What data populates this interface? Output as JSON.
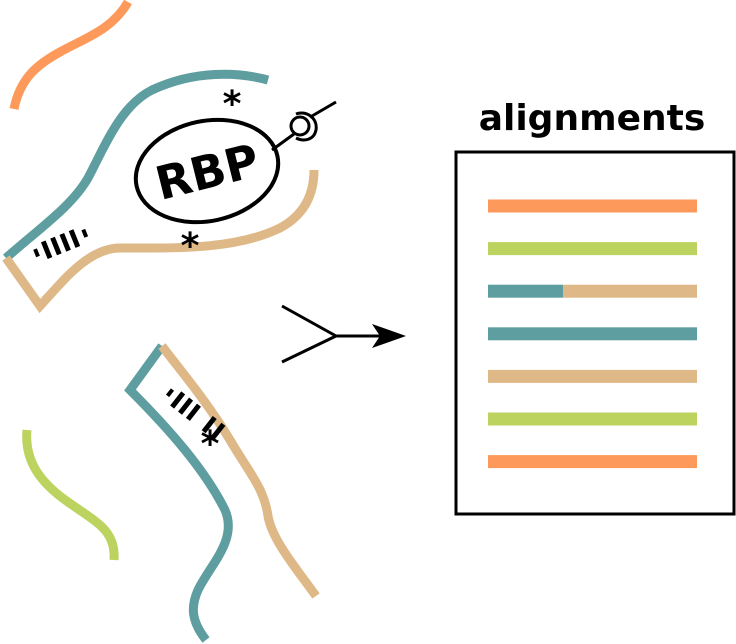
{
  "rbp": {
    "label": "RBP"
  },
  "alignments": {
    "title": "alignments",
    "rows": [
      {
        "segments": [
          {
            "color": "#fd9a5b",
            "fraction": 1.0
          }
        ]
      },
      {
        "segments": [
          {
            "color": "#bcd35f",
            "fraction": 1.0
          }
        ]
      },
      {
        "segments": [
          {
            "color": "#5f9ea0",
            "fraction": 0.36
          },
          {
            "color": "#deb887",
            "fraction": 0.64
          }
        ]
      },
      {
        "segments": [
          {
            "color": "#5f9ea0",
            "fraction": 1.0
          }
        ]
      },
      {
        "segments": [
          {
            "color": "#deb887",
            "fraction": 1.0
          }
        ]
      },
      {
        "segments": [
          {
            "color": "#bcd35f",
            "fraction": 1.0
          }
        ]
      },
      {
        "segments": [
          {
            "color": "#fd9a5b",
            "fraction": 1.0
          }
        ]
      }
    ]
  },
  "colors": {
    "orange": "#fd9a5b",
    "green": "#bcd35f",
    "teal": "#5f9ea0",
    "tan": "#deb887",
    "crosslink_red": "#cc0000",
    "crosslink_purple": "#9370db"
  },
  "marks": {
    "crosslink_glyph": "*"
  }
}
